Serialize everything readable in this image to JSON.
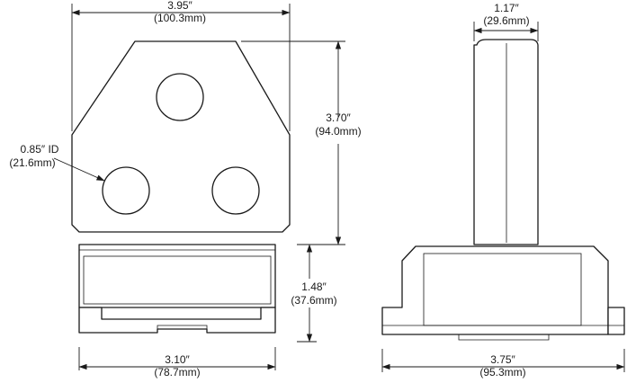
{
  "dimensions": {
    "front_width": {
      "imperial": "3.95″",
      "metric": "(100.3mm)"
    },
    "front_height": {
      "imperial": "3.70″",
      "metric": "(94.0mm)"
    },
    "hole_id": {
      "imperial": "0.85″ ID",
      "metric": "(21.6mm)"
    },
    "base_height": {
      "imperial": "1.48″",
      "metric": "(37.6mm)"
    },
    "base_width": {
      "imperial": "3.10″",
      "metric": "(78.7mm)"
    },
    "side_width": {
      "imperial": "1.17″",
      "metric": "(29.6mm)"
    },
    "side_base_width": {
      "imperial": "3.75″",
      "metric": "(95.3mm)"
    }
  }
}
